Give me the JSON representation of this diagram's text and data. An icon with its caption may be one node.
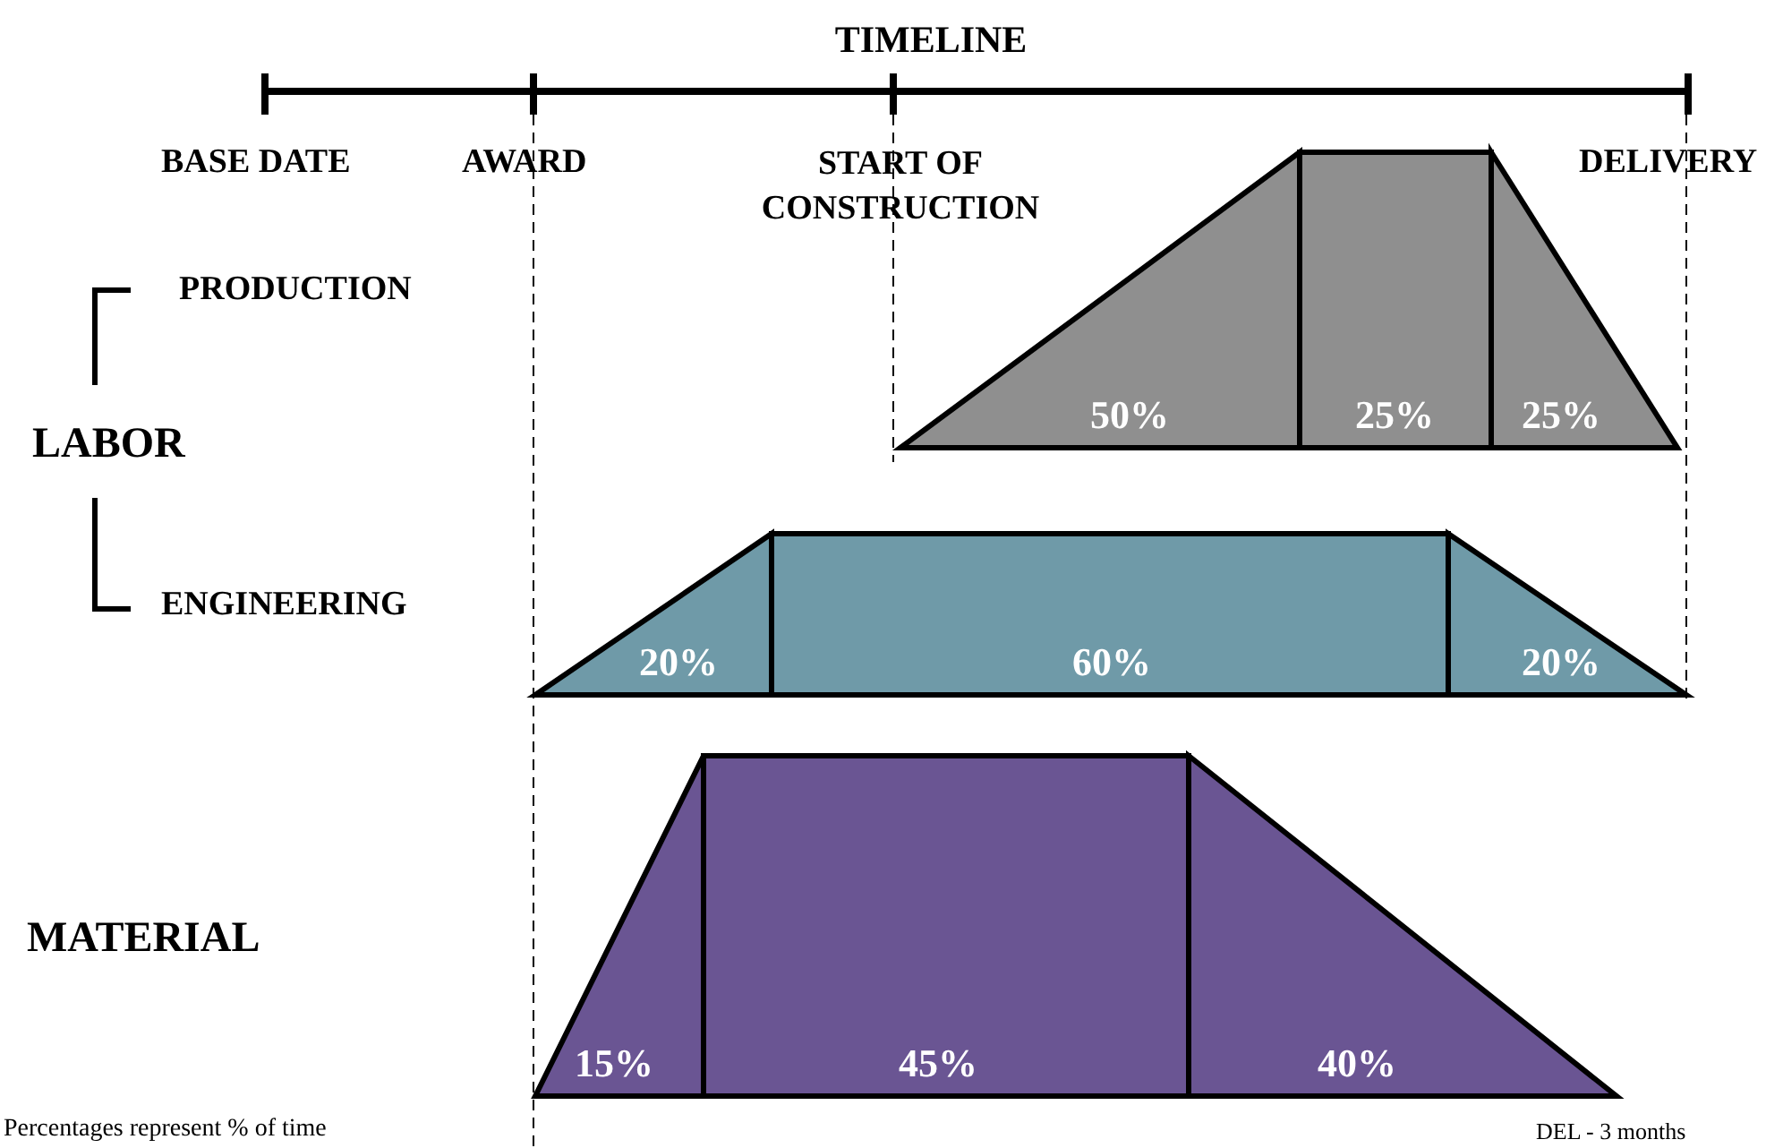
{
  "diagram": {
    "title": "TIMELINE",
    "caption": "Percentages represent % of time",
    "nodes": [
      {
        "text": [
          "50%"
        ]
      },
      {
        "text": [
          "25%"
        ]
      },
      {
        "text": [
          "25%"
        ]
      },
      {
        "text": [
          "20%"
        ]
      },
      {
        "text": [
          "60%"
        ]
      },
      {
        "text": [
          "20%"
        ]
      },
      {
        "text": [
          "15%"
        ]
      },
      {
        "text": [
          "45%"
        ]
      },
      {
        "text": [
          "40%"
        ]
      }
    ],
    "labels": [
      "BASE DATE",
      "AWARD",
      "START OF CONSTRUCTION",
      "DELIVERY",
      "PRODUCTION",
      "LABOR",
      "ENGINEERING",
      "MATERIAL",
      "DEL - 3 months"
    ]
  }
}
